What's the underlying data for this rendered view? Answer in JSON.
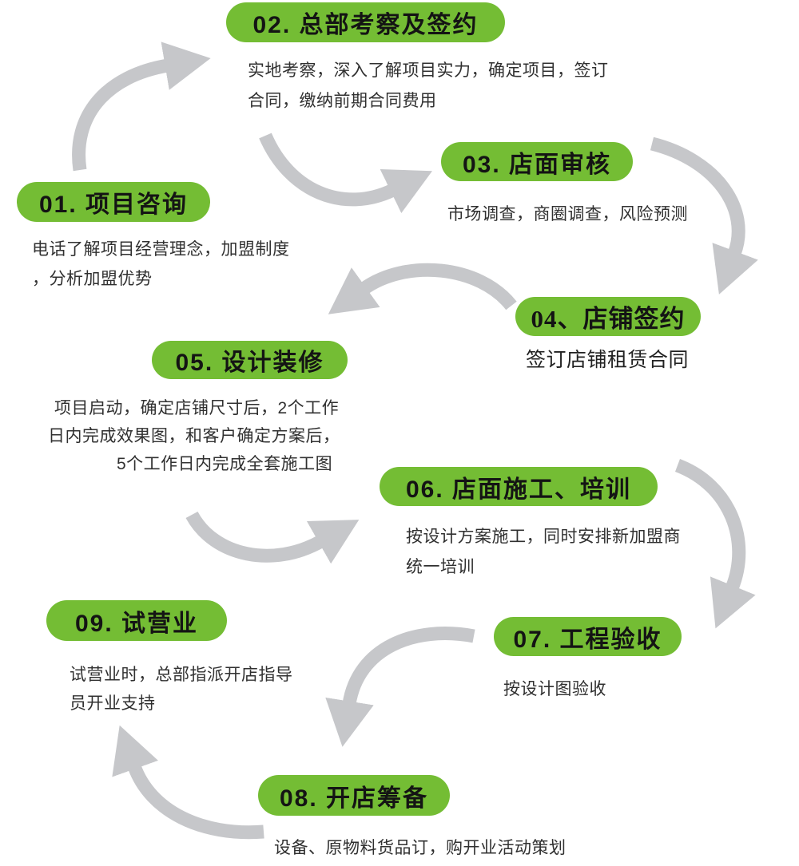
{
  "colors": {
    "pill_green": "#74bd34",
    "arrow_gray": "#c6c7ca",
    "pill_text": "#141414",
    "desc_text": "#303030"
  },
  "steps": [
    {
      "num_label": "01. 项目咨询",
      "desc": [
        "电话了解项目经营理念，加盟制度",
        "，分析加盟优势"
      ]
    },
    {
      "num_label": "02. 总部考察及签约",
      "desc": [
        "实地考察，深入了解项目实力，确定项目，签订",
        "合同，缴纳前期合同费用"
      ]
    },
    {
      "num_label": "03.  店面审核",
      "desc": [
        "市场调查，商圈调查，风险预测"
      ]
    },
    {
      "num_label": "04、店铺签约",
      "desc": [
        "签订店铺租赁合同"
      ]
    },
    {
      "num_label": "05. 设计装修",
      "desc": [
        "项目启动，确定店铺尺寸后，2个工作",
        "日内完成效果图，和客户确定方案后，",
        "5个工作日内完成全套施工图"
      ]
    },
    {
      "num_label": "06. 店面施工、培训",
      "desc": [
        "按设计方案施工，同时安排新加盟商",
        "统一培训"
      ]
    },
    {
      "num_label": "07.  工程验收",
      "desc": [
        "按设计图验收"
      ]
    },
    {
      "num_label": "08.  开店筹备",
      "desc": [
        "设备、原物料货品订，购开业活动策划"
      ]
    },
    {
      "num_label": "09.  试营业",
      "desc": [
        "试营业时，总部指派开店指导",
        "员开业支持"
      ]
    }
  ]
}
